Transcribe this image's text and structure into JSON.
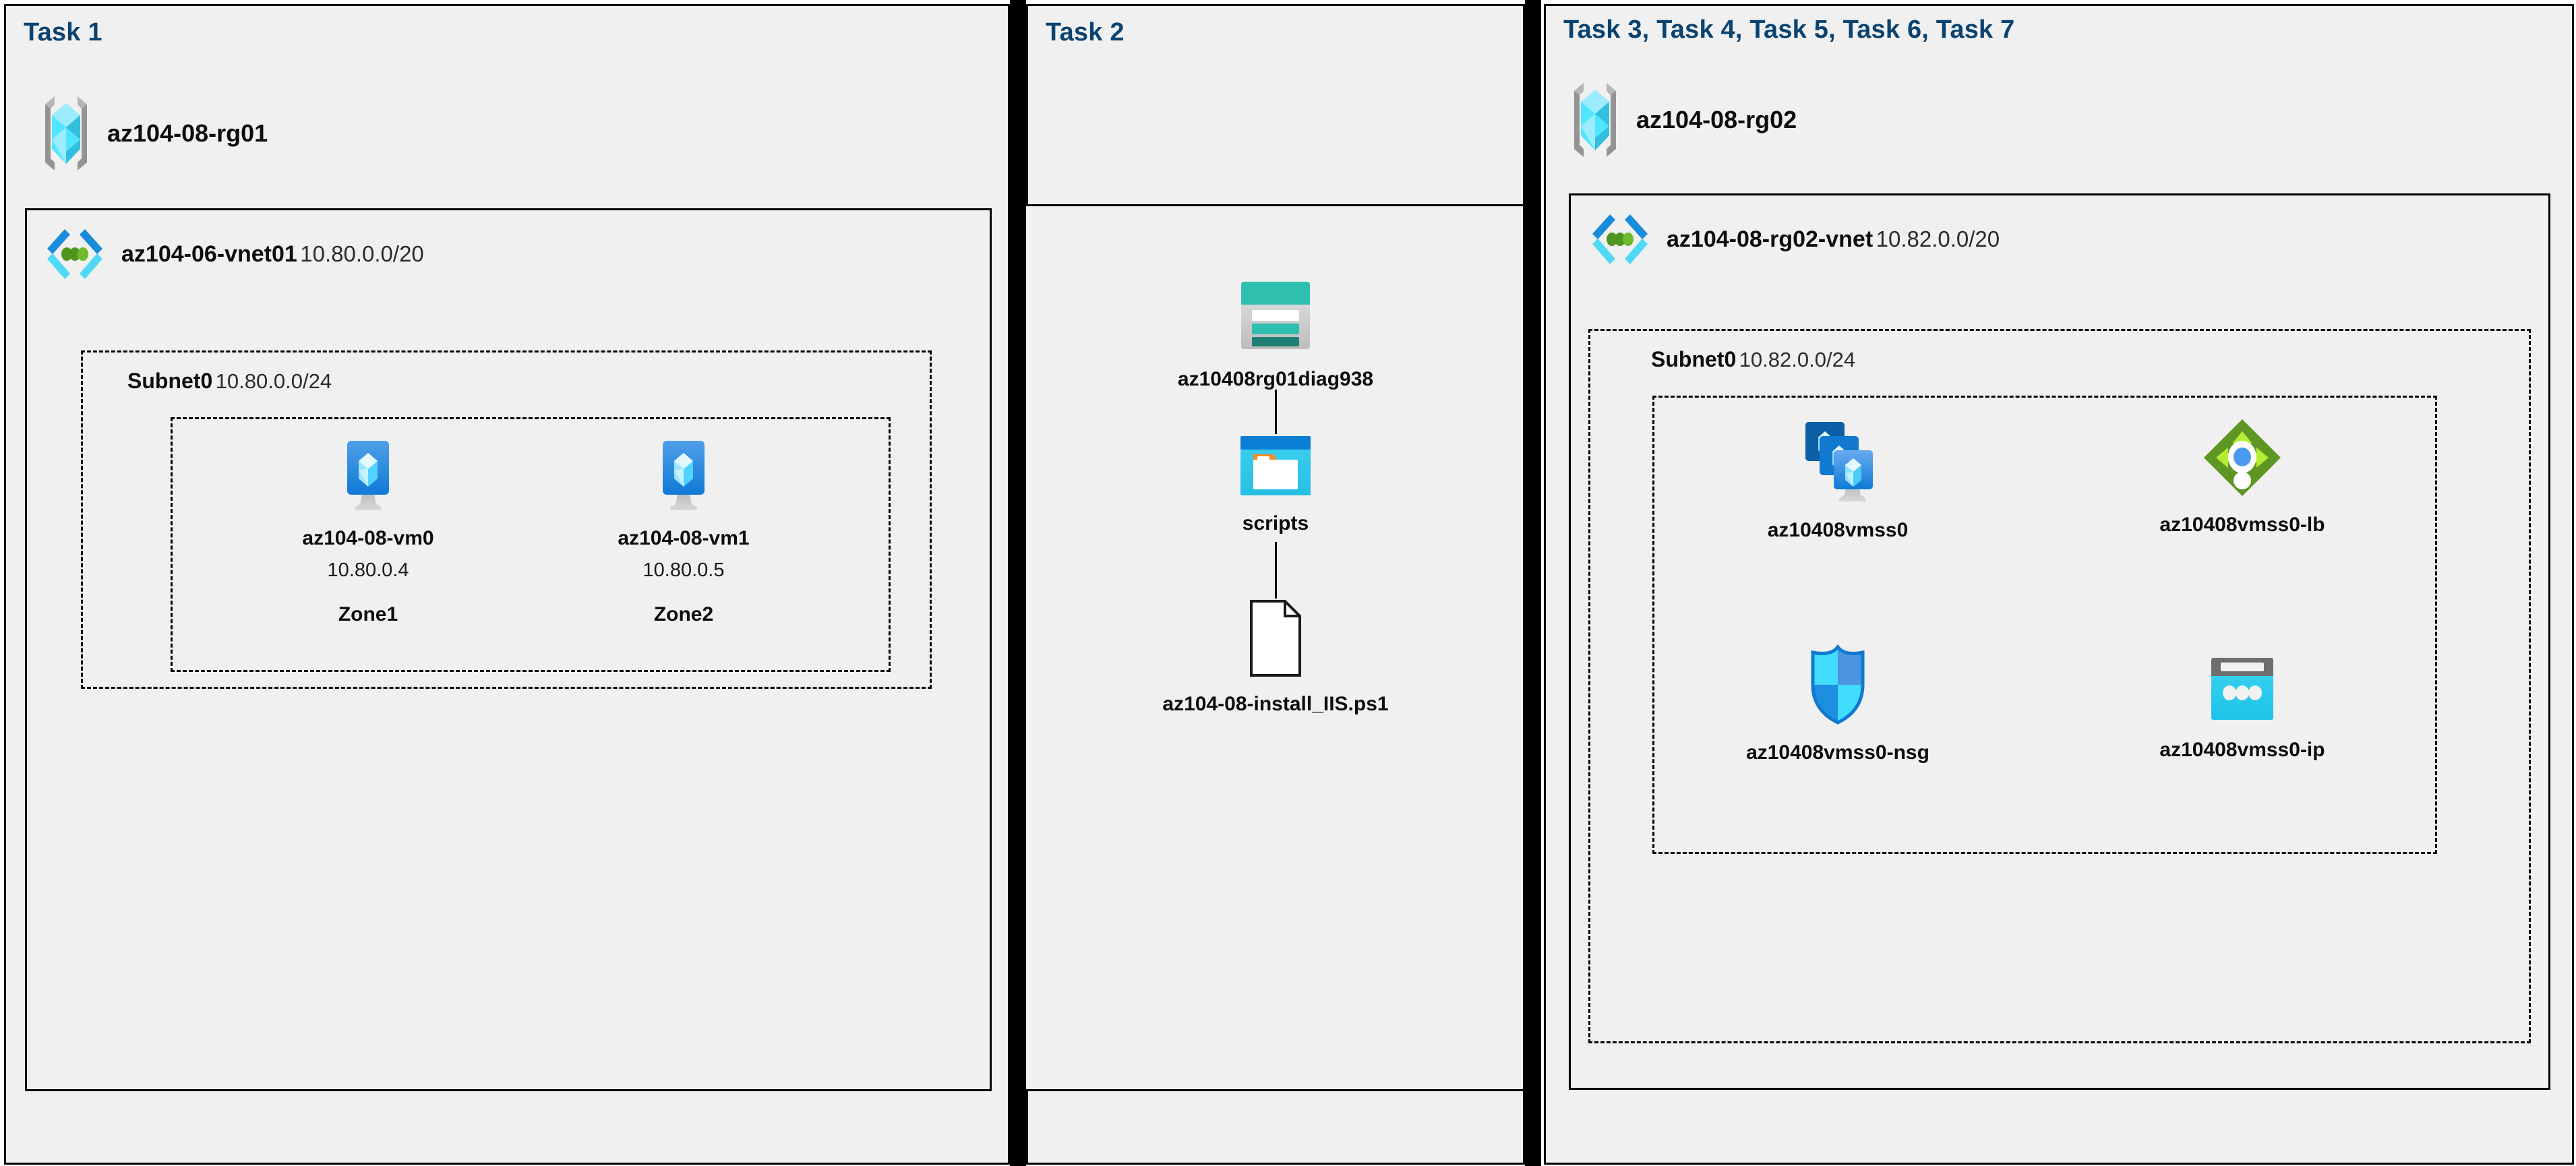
{
  "panels": [
    {
      "id": "task1",
      "title": "Task 1",
      "resource_group": {
        "name": "az104-08-rg01",
        "icon": "resource-group-icon"
      },
      "vnet": {
        "name": "az104-06-vnet01",
        "cidr": "10.80.0.0/20",
        "icon": "virtual-network-icon"
      },
      "subnet": {
        "name": "Subnet0",
        "cidr": "10.80.0.0/24"
      },
      "vms": [
        {
          "name": "az104-08-vm0",
          "ip": "10.80.0.4",
          "zone": "Zone1",
          "icon": "virtual-machine-icon"
        },
        {
          "name": "az104-08-vm1",
          "ip": "10.80.0.5",
          "zone": "Zone2",
          "icon": "virtual-machine-icon"
        }
      ]
    },
    {
      "id": "task2",
      "title": "Task 2",
      "nodes": [
        {
          "name": "az10408rg01diag938",
          "icon": "storage-account-icon"
        },
        {
          "name": "scripts",
          "icon": "blob-container-icon"
        },
        {
          "name": "az104-08-install_IIS.ps1",
          "icon": "file-document-icon"
        }
      ]
    },
    {
      "id": "task3",
      "title": "Task 3, Task 4, Task 5, Task 6, Task 7",
      "resource_group": {
        "name": "az104-08-rg02",
        "icon": "resource-group-icon"
      },
      "vnet": {
        "name": "az104-08-rg02-vnet",
        "cidr": "10.82.0.0/20",
        "icon": "virtual-network-icon"
      },
      "subnet": {
        "name": "Subnet0",
        "cidr": "10.82.0.0/24"
      },
      "resources": [
        {
          "name": "az10408vmss0",
          "icon": "vm-scale-set-icon"
        },
        {
          "name": "az10408vmss0-lb",
          "icon": "load-balancer-icon"
        },
        {
          "name": "az10408vmss0-nsg",
          "icon": "network-security-group-icon"
        },
        {
          "name": "az10408vmss0-ip",
          "icon": "public-ip-address-icon"
        }
      ]
    }
  ],
  "colors": {
    "panel_background": "#f0f0f0",
    "panel_border": "#000000",
    "title_blue": "#0b4370",
    "label_text": "#0d0d0d",
    "azure_blue": "#0078d4",
    "azure_cyan": "#50e6ff",
    "azure_light_cyan": "#9cebff",
    "azure_green": "#5e9624",
    "azure_light_green": "#b4ec36",
    "storage_teal": "#2fbfae",
    "storage_teal_dark": "#1f7f74",
    "gray_bracket": "#949494"
  }
}
